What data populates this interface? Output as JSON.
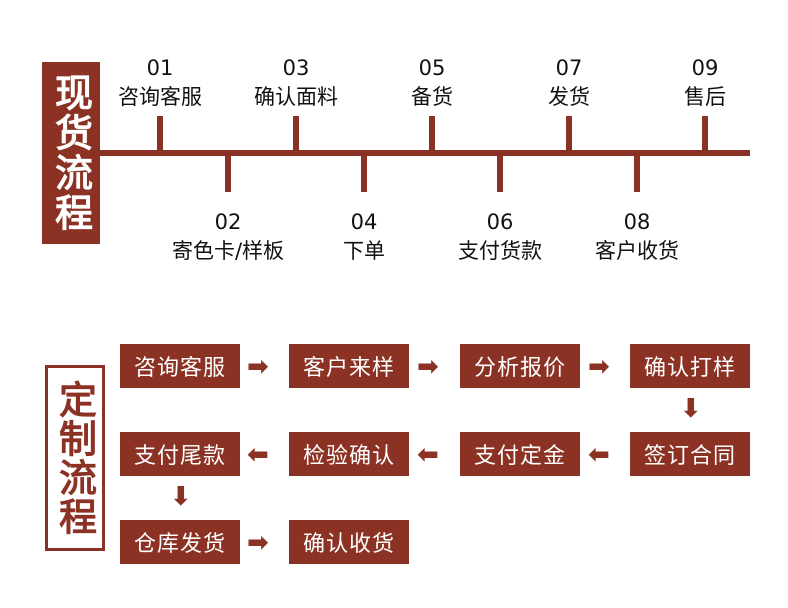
{
  "spot_process": {
    "title": "现货流程",
    "steps": [
      {
        "num": "01",
        "label": "咨询客服"
      },
      {
        "num": "02",
        "label": "寄色卡/样板"
      },
      {
        "num": "03",
        "label": "确认面料"
      },
      {
        "num": "04",
        "label": "下单"
      },
      {
        "num": "05",
        "label": "备货"
      },
      {
        "num": "06",
        "label": "支付货款"
      },
      {
        "num": "07",
        "label": "发货"
      },
      {
        "num": "08",
        "label": "客户收货"
      },
      {
        "num": "09",
        "label": "售后"
      }
    ]
  },
  "custom_process": {
    "title": "定制流程",
    "steps": [
      "咨询客服",
      "客户来样",
      "分析报价",
      "确认打样",
      "签订合同",
      "支付定金",
      "检验确认",
      "支付尾款",
      "仓库发货",
      "确认收货"
    ]
  },
  "colors": {
    "accent": "#8b3224",
    "text": "#111111",
    "background": "#ffffff"
  },
  "arrow_glyphs": {
    "right": "➡",
    "left": "⬅",
    "down": "⬇"
  }
}
